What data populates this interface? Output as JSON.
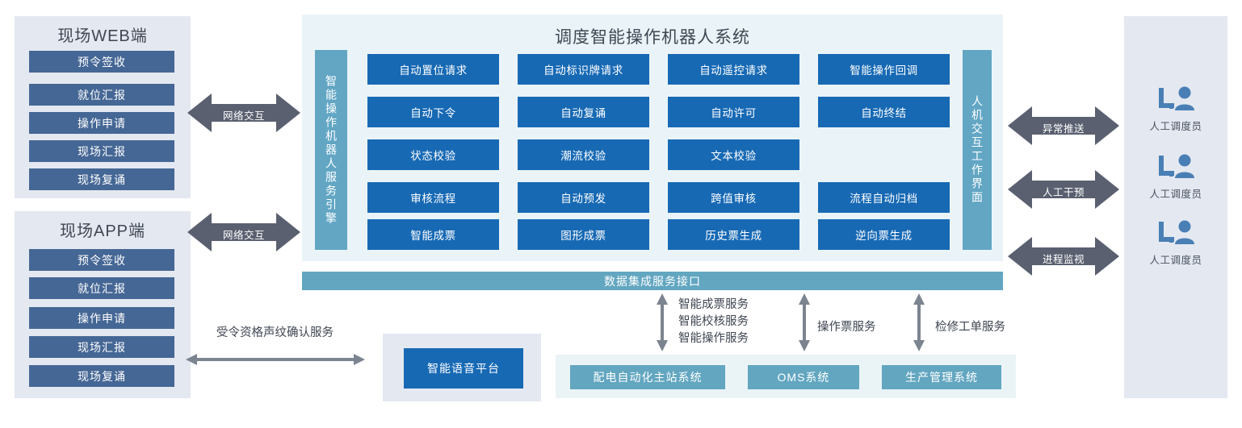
{
  "left_clients": [
    {
      "title": "现场WEB端",
      "items": [
        "预令签收",
        "就位汇报",
        "操作申请",
        "现场汇报",
        "现场复诵"
      ]
    },
    {
      "title": "现场APP端",
      "items": [
        "预令签收",
        "就位汇报",
        "操作申请",
        "现场汇报",
        "现场复诵"
      ]
    }
  ],
  "network_arrows": [
    {
      "label": "网络交互"
    },
    {
      "label": "网络交互"
    }
  ],
  "centre": {
    "title": "调度智能操作机器人系统",
    "left_vertical_bar": "智能操作机器人服务引擎",
    "right_vertical_bar": "人机交互工作界面",
    "grid": [
      [
        "自动置位请求",
        "自动标识牌请求",
        "自动遥控请求",
        "智能操作回调"
      ],
      [
        "自动下令",
        "自动复诵",
        "自动许可",
        "自动终结"
      ],
      [
        "状态校验",
        "潮流校验",
        "文本校验",
        ""
      ],
      [
        "审核流程",
        "自动预发",
        "跨值审核",
        "流程自动归档"
      ],
      [
        "智能成票",
        "图形成票",
        "历史票生成",
        "逆向票生成"
      ]
    ]
  },
  "integration_bar": {
    "label": "数据集成服务接口"
  },
  "right_arrows": [
    {
      "label": "异常推送"
    },
    {
      "label": "人工干预"
    },
    {
      "label": "进程监视"
    }
  ],
  "operators": [
    {
      "icon": "operator-desk-icon",
      "label": "人工调度员"
    },
    {
      "icon": "operator-desk-icon",
      "label": "人工调度员"
    },
    {
      "icon": "operator-desk-icon",
      "label": "人工调度员"
    }
  ],
  "voice": {
    "service_label": "受令资格声纹确认服务",
    "platform_label": "智能语音平台"
  },
  "service_flows": [
    {
      "label": "智能成票服务\n智能校核服务\n智能操作服务"
    },
    {
      "label": "操作票服务"
    },
    {
      "label": "检修工单服务"
    }
  ],
  "external_systems": [
    {
      "label": "配电自动化主站系统"
    },
    {
      "label": "OMS系统"
    },
    {
      "label": "生产管理系统"
    }
  ],
  "colors": {
    "deep_blue": "#1769b4",
    "steel_blue": "#456795",
    "teal": "#62a6c0",
    "panel_grey": "#e4e8f0",
    "panel_centre": "#eaf4f8",
    "arrow_grey": "#5a6070",
    "text_dark": "#3f4652"
  }
}
